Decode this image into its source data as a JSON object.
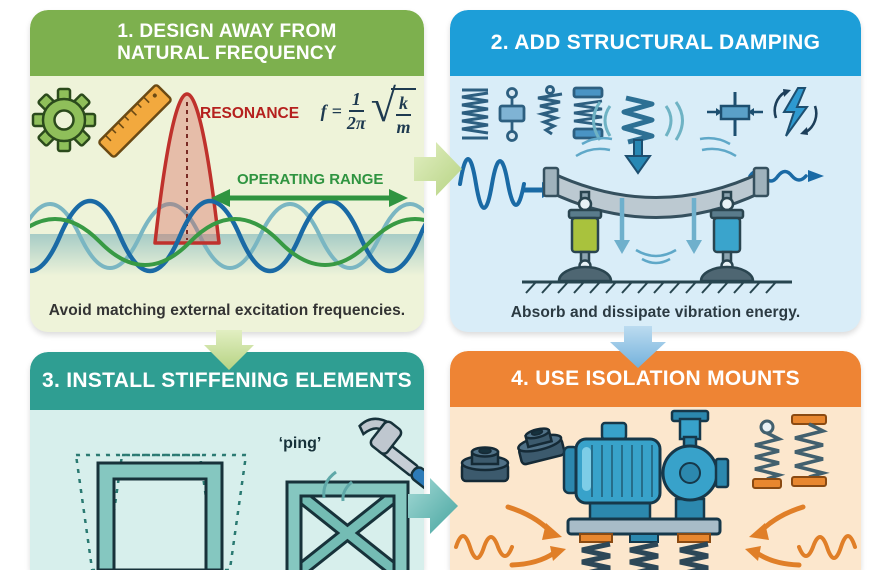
{
  "panel1": {
    "title_line1": "1. DESIGN AWAY FROM",
    "title_line2": "NATURAL FREQUENCY",
    "resonance_label": "RESONANCE",
    "operating_range_label": "OPERATING RANGE",
    "formula": {
      "lhs": "f",
      "equals": "=",
      "numerator": "1",
      "denominator": "2π",
      "radical": "√",
      "k": "k",
      "m": "m"
    },
    "caption": "Avoid matching external excitation frequencies."
  },
  "panel2": {
    "title": "2. ADD STRUCTURAL DAMPING",
    "caption": "Absorb and dissipate vibration energy."
  },
  "panel3": {
    "title": "3. INSTALL STIFFENING ELEMENTS",
    "ping_label": "‘ping’"
  },
  "panel4": {
    "title": "4. USE ISOLATION MOUNTS"
  },
  "colors": {
    "panel1_header": "#7db04e",
    "panel1_body": "#eef3d9",
    "panel2_header": "#1d9ed8",
    "panel2_body": "#d9edf8",
    "panel3_header": "#2f9e92",
    "panel3_body": "#d7efec",
    "panel4_header": "#ee8434",
    "panel4_body": "#fce7cd",
    "resonance_red": "#b5201e",
    "operating_green": "#2f9440",
    "accent_orange": "#e07f28",
    "wave_blue": "#1a6aa5"
  },
  "icons": {
    "panel1": [
      "gear-icon",
      "ruler-icon"
    ],
    "panel2": [
      "coil-spring-icon",
      "shock-absorber-icon",
      "cone-spring-icon",
      "capped-spring-icon",
      "impact-spring-arrow-icon",
      "compression-damper-icon",
      "energy-dissipation-icon"
    ],
    "panel3": [
      "hammer-icon"
    ],
    "panel4": [
      "rubber-mount-icon",
      "rubber-mount-icon",
      "spring-mount-eye-icon",
      "spring-mount-capped-icon"
    ]
  }
}
